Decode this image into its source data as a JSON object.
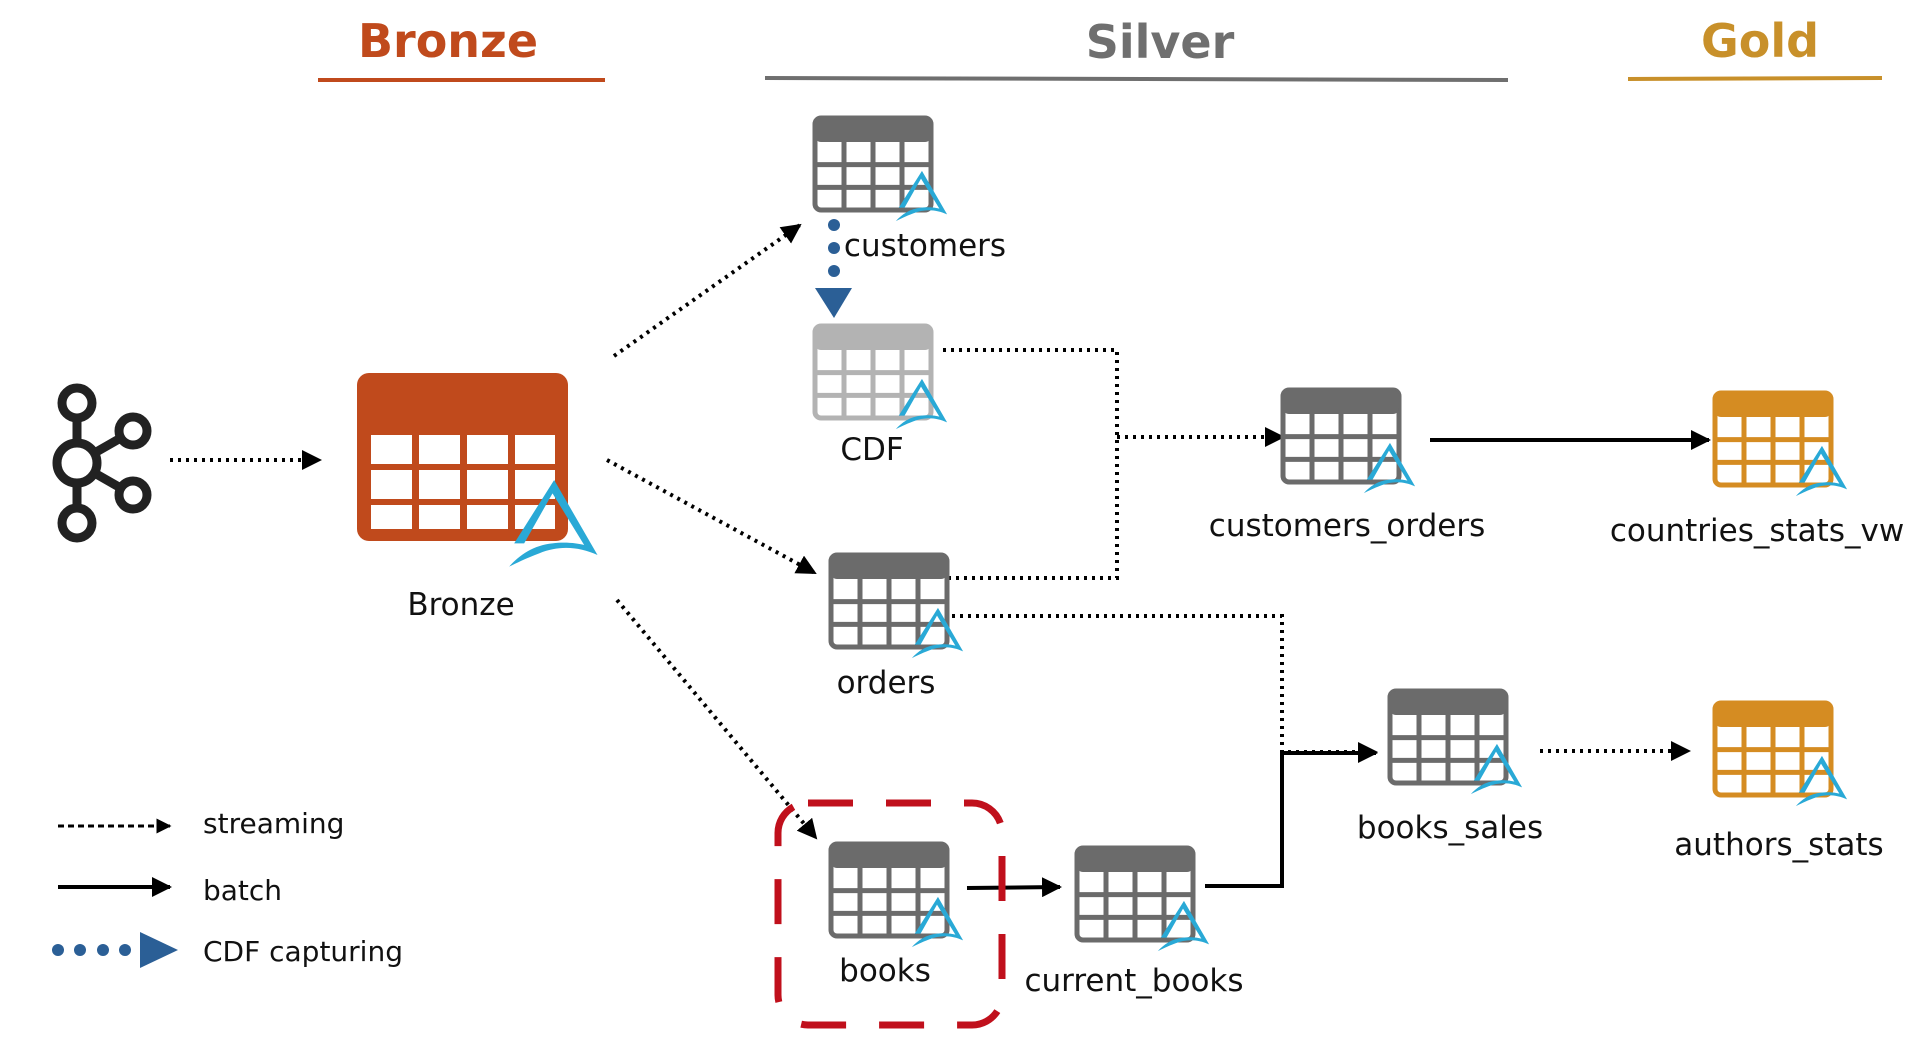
{
  "zones": {
    "bronze": {
      "title": "Bronze",
      "color": "#c04a1c"
    },
    "silver": {
      "title": "Silver",
      "color": "#6f6f6f"
    },
    "gold": {
      "title": "Gold",
      "color": "#c8902a"
    }
  },
  "colors": {
    "bronze_table": "#c04a1c",
    "silver_table": "#6b6b6b",
    "cdf_table": "#b3b3b3",
    "gold_table": "#d58c22",
    "delta_icon": "#29a9d6",
    "cdf_arrow": "#2b5f96",
    "highlight_box": "#c0101c",
    "arrow": "#000000"
  },
  "source": {
    "icon": "kafka-icon"
  },
  "nodes": {
    "bronze": "Bronze",
    "customers": "customers",
    "cdf": "CDF",
    "orders": "orders",
    "books": "books",
    "current_books": "current_books",
    "customers_orders": "customers_orders",
    "books_sales": "books_sales",
    "countries_stats_vw": "countries_stats_vw",
    "authors_stats": "authors_stats"
  },
  "legend": {
    "streaming": "streaming",
    "batch": "batch",
    "cdf": "CDF capturing"
  }
}
